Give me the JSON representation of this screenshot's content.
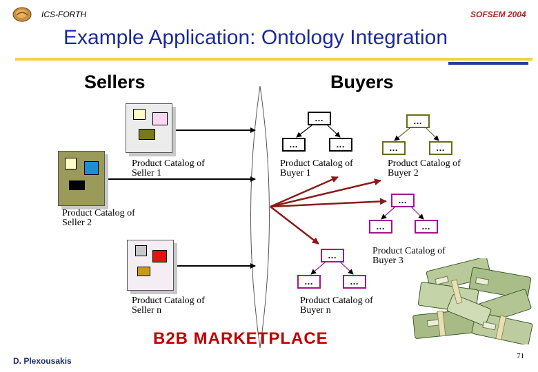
{
  "header": {
    "org": "ICS-FORTH",
    "conference": "SOFSEM 2004"
  },
  "title": "Example Application: Ontology Integration",
  "sections": {
    "sellers": "Sellers",
    "buyers": "Buyers"
  },
  "node_label": "…",
  "catalogs": {
    "seller1": [
      "Product Catalog of",
      "Seller 1"
    ],
    "seller2": [
      "Product Catalog of",
      "Seller 2"
    ],
    "sellern": [
      "Product Catalog of",
      "Seller n"
    ],
    "buyer1": [
      "Product Catalog of",
      "Buyer 1"
    ],
    "buyer2": [
      "Product Catalog of",
      "Buyer 2"
    ],
    "buyer3": [
      "Product Catalog of",
      "Buyer 3"
    ],
    "buyern": [
      "Product Catalog of",
      "Buyer n"
    ]
  },
  "marketplace": "B2B MARKETPLACE",
  "footer": {
    "author": "D. Plexousakis",
    "page": "71"
  },
  "colors": {
    "title": "#1a2a9c",
    "marketplace": "#c00000",
    "arrow_red": "#8b1a1a",
    "tree_black": "#000000",
    "tree_olive": "#6b6b1a",
    "tree_magenta": "#a0158a",
    "underline_gold": "#f2d24a",
    "underline_blue": "#2a3aa0"
  },
  "images": [
    "money-stacks-image",
    "forth-logo"
  ]
}
